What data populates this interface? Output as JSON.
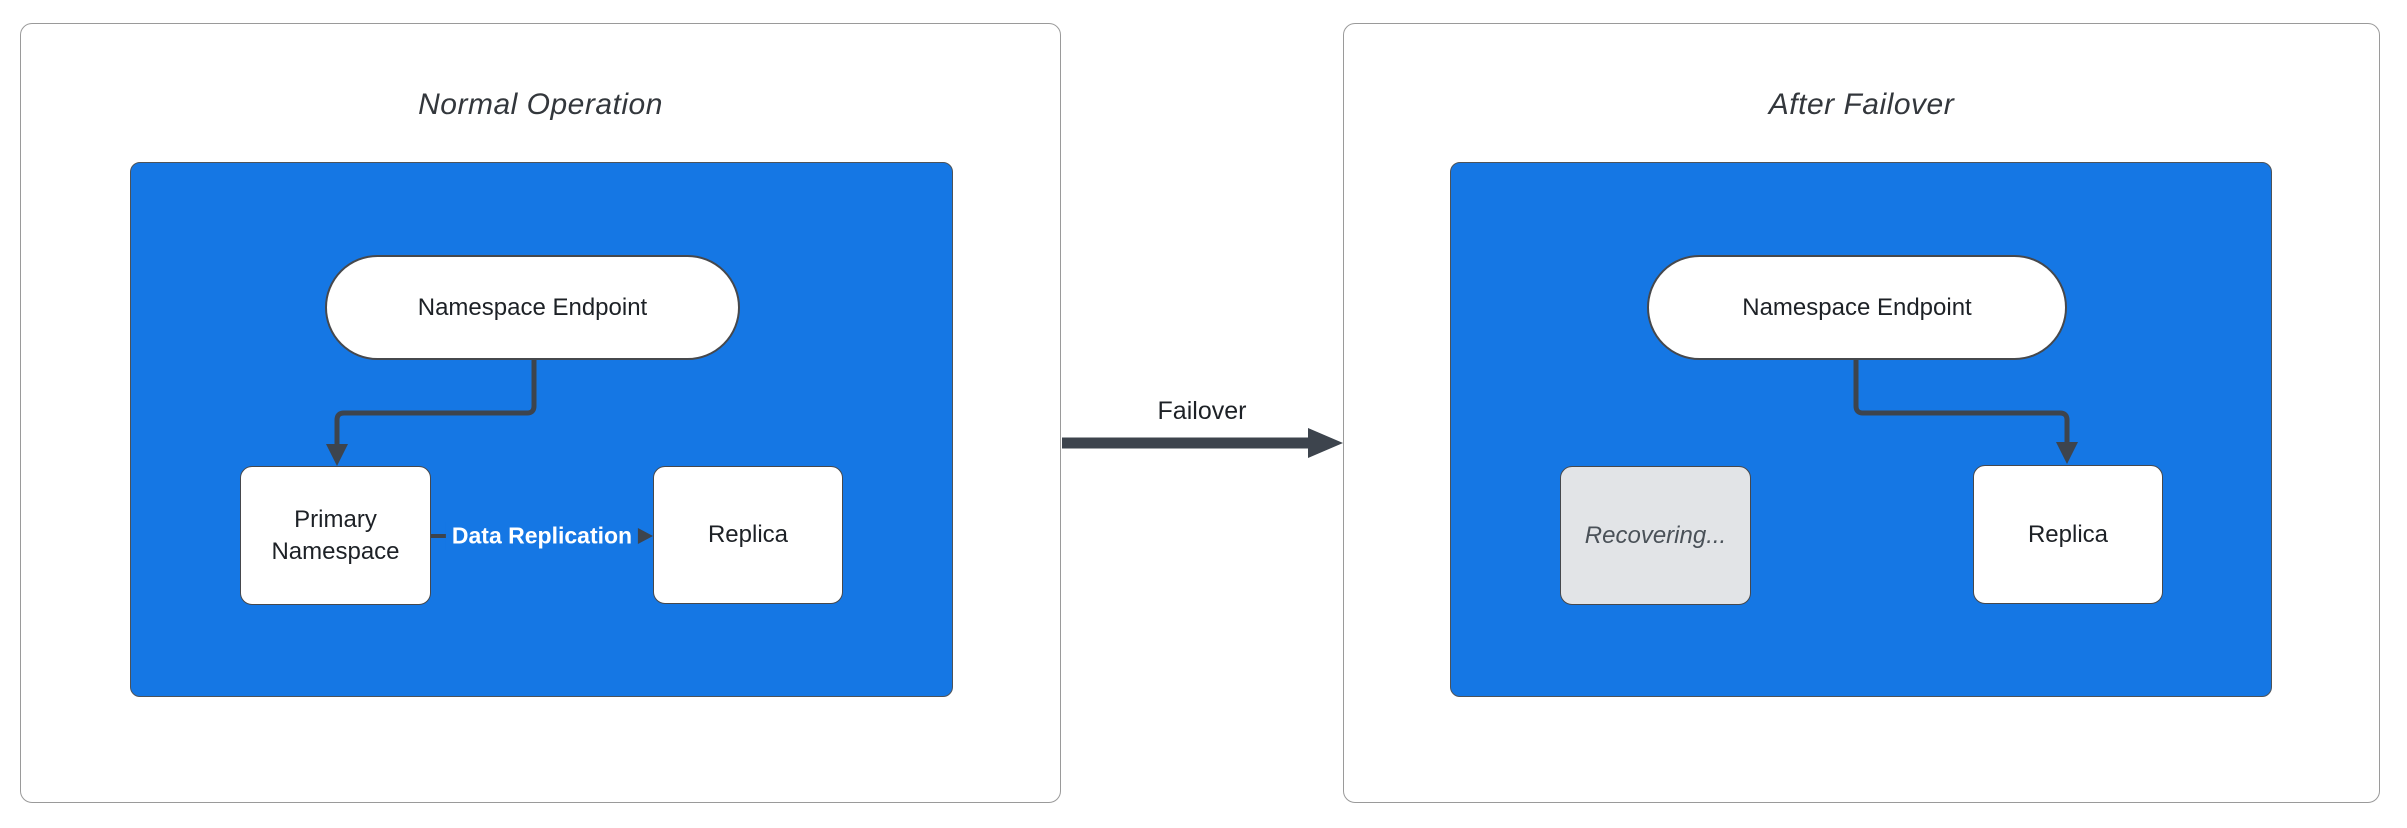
{
  "colors": {
    "container-blue": "#1577e4",
    "arrow-dark": "#3d444d",
    "node-border": "#46484c",
    "panel-border": "#9a9a9a",
    "recovering-fill": "#e2e4e7",
    "recovering-text": "#4a5158",
    "title-text": "#33373c",
    "node-text": "#1d2126",
    "edge-label-text": "#ffffff"
  },
  "panels": {
    "normal": {
      "title": "Normal Operation",
      "nodes": {
        "endpoint": "Namespace Endpoint",
        "primary": "Primary Namespace",
        "replica": "Replica"
      },
      "edges": {
        "replication_label": "Data Replication"
      }
    },
    "failover": {
      "title": "After Failover",
      "nodes": {
        "endpoint": "Namespace Endpoint",
        "recovering": "Recovering...",
        "replica": "Replica"
      }
    }
  },
  "transition": {
    "label": "Failover"
  }
}
